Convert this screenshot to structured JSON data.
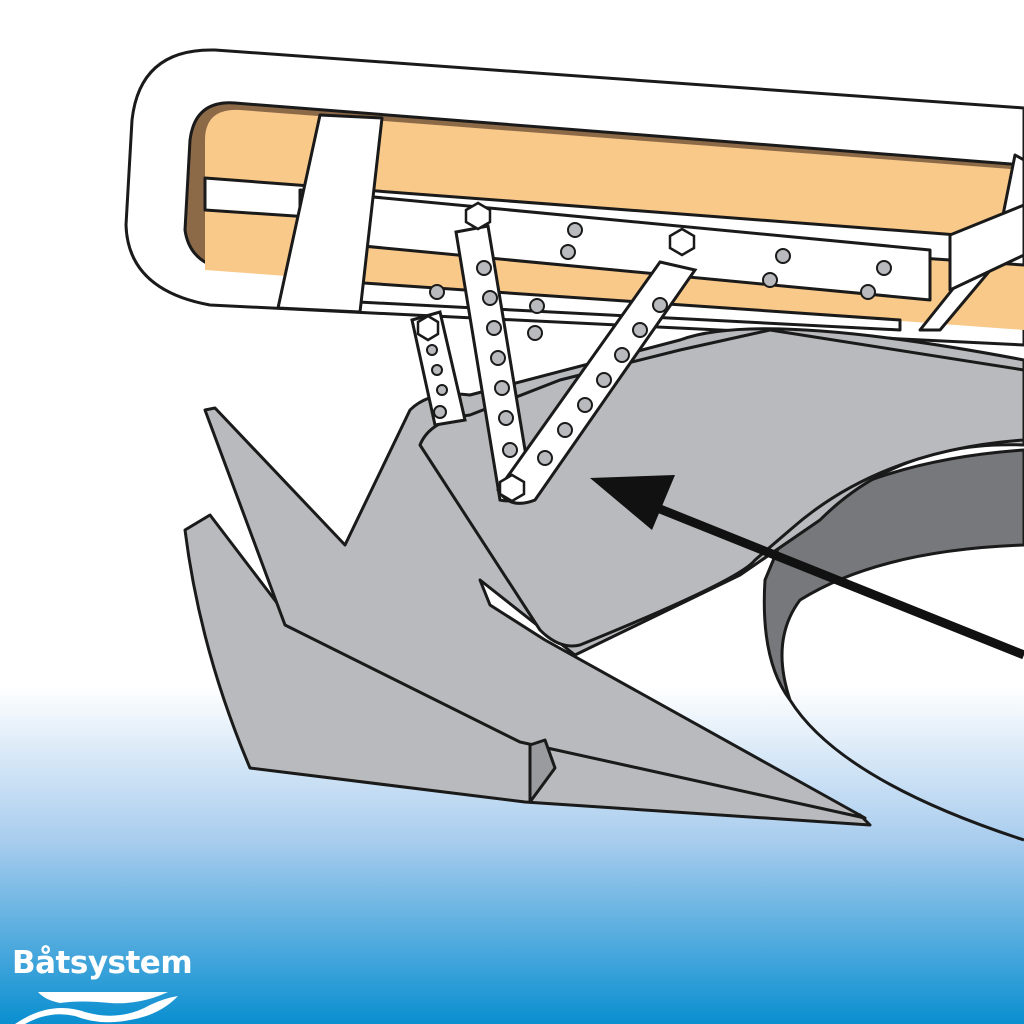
{
  "logo": {
    "text": "Båtsystem"
  },
  "colors": {
    "background_top": "#ffffff",
    "background_bottom": "#0a8fd0",
    "wood": "#f9c98a",
    "wood_edge": "#8c6a48",
    "anchor": "#b9babd",
    "shank": "#77787b",
    "outline": "#1a1a1a",
    "arrow": "#111111"
  },
  "icons": [
    "anchor-illustration",
    "bow-roller-bracket",
    "pointer-arrow",
    "wave-logo-icon"
  ]
}
